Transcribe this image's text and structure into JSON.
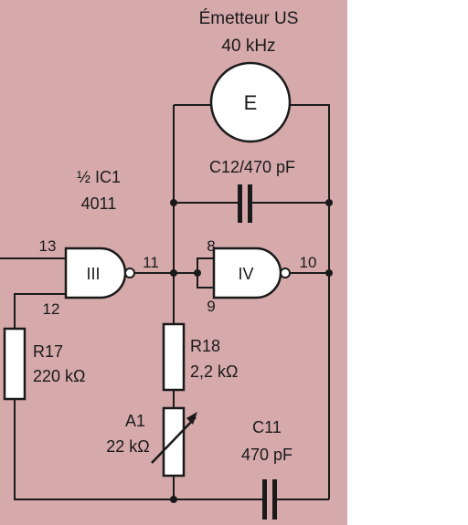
{
  "transmitter": {
    "title": "Émetteur US",
    "frequency": "40 kHz",
    "symbol": "E"
  },
  "ic": {
    "name": "½ IC1",
    "part": "4011"
  },
  "gate3": {
    "label": "III",
    "in_a": "13",
    "in_b": "12",
    "out": "11"
  },
  "gate4": {
    "label": "IV",
    "in_a": "8",
    "in_b": "9",
    "out": "10"
  },
  "c12": {
    "label": "C12/470 pF"
  },
  "r17": {
    "name": "R17",
    "value": "220 kΩ"
  },
  "r18": {
    "name": "R18",
    "value": "2,2 kΩ"
  },
  "a1": {
    "name": "A1",
    "value": "22 kΩ"
  },
  "c11": {
    "name": "C11",
    "value": "470 pF"
  },
  "colors": {
    "background": "#d6a9ab",
    "ink": "#1a1a1a",
    "component_fill": "#ffffff"
  }
}
